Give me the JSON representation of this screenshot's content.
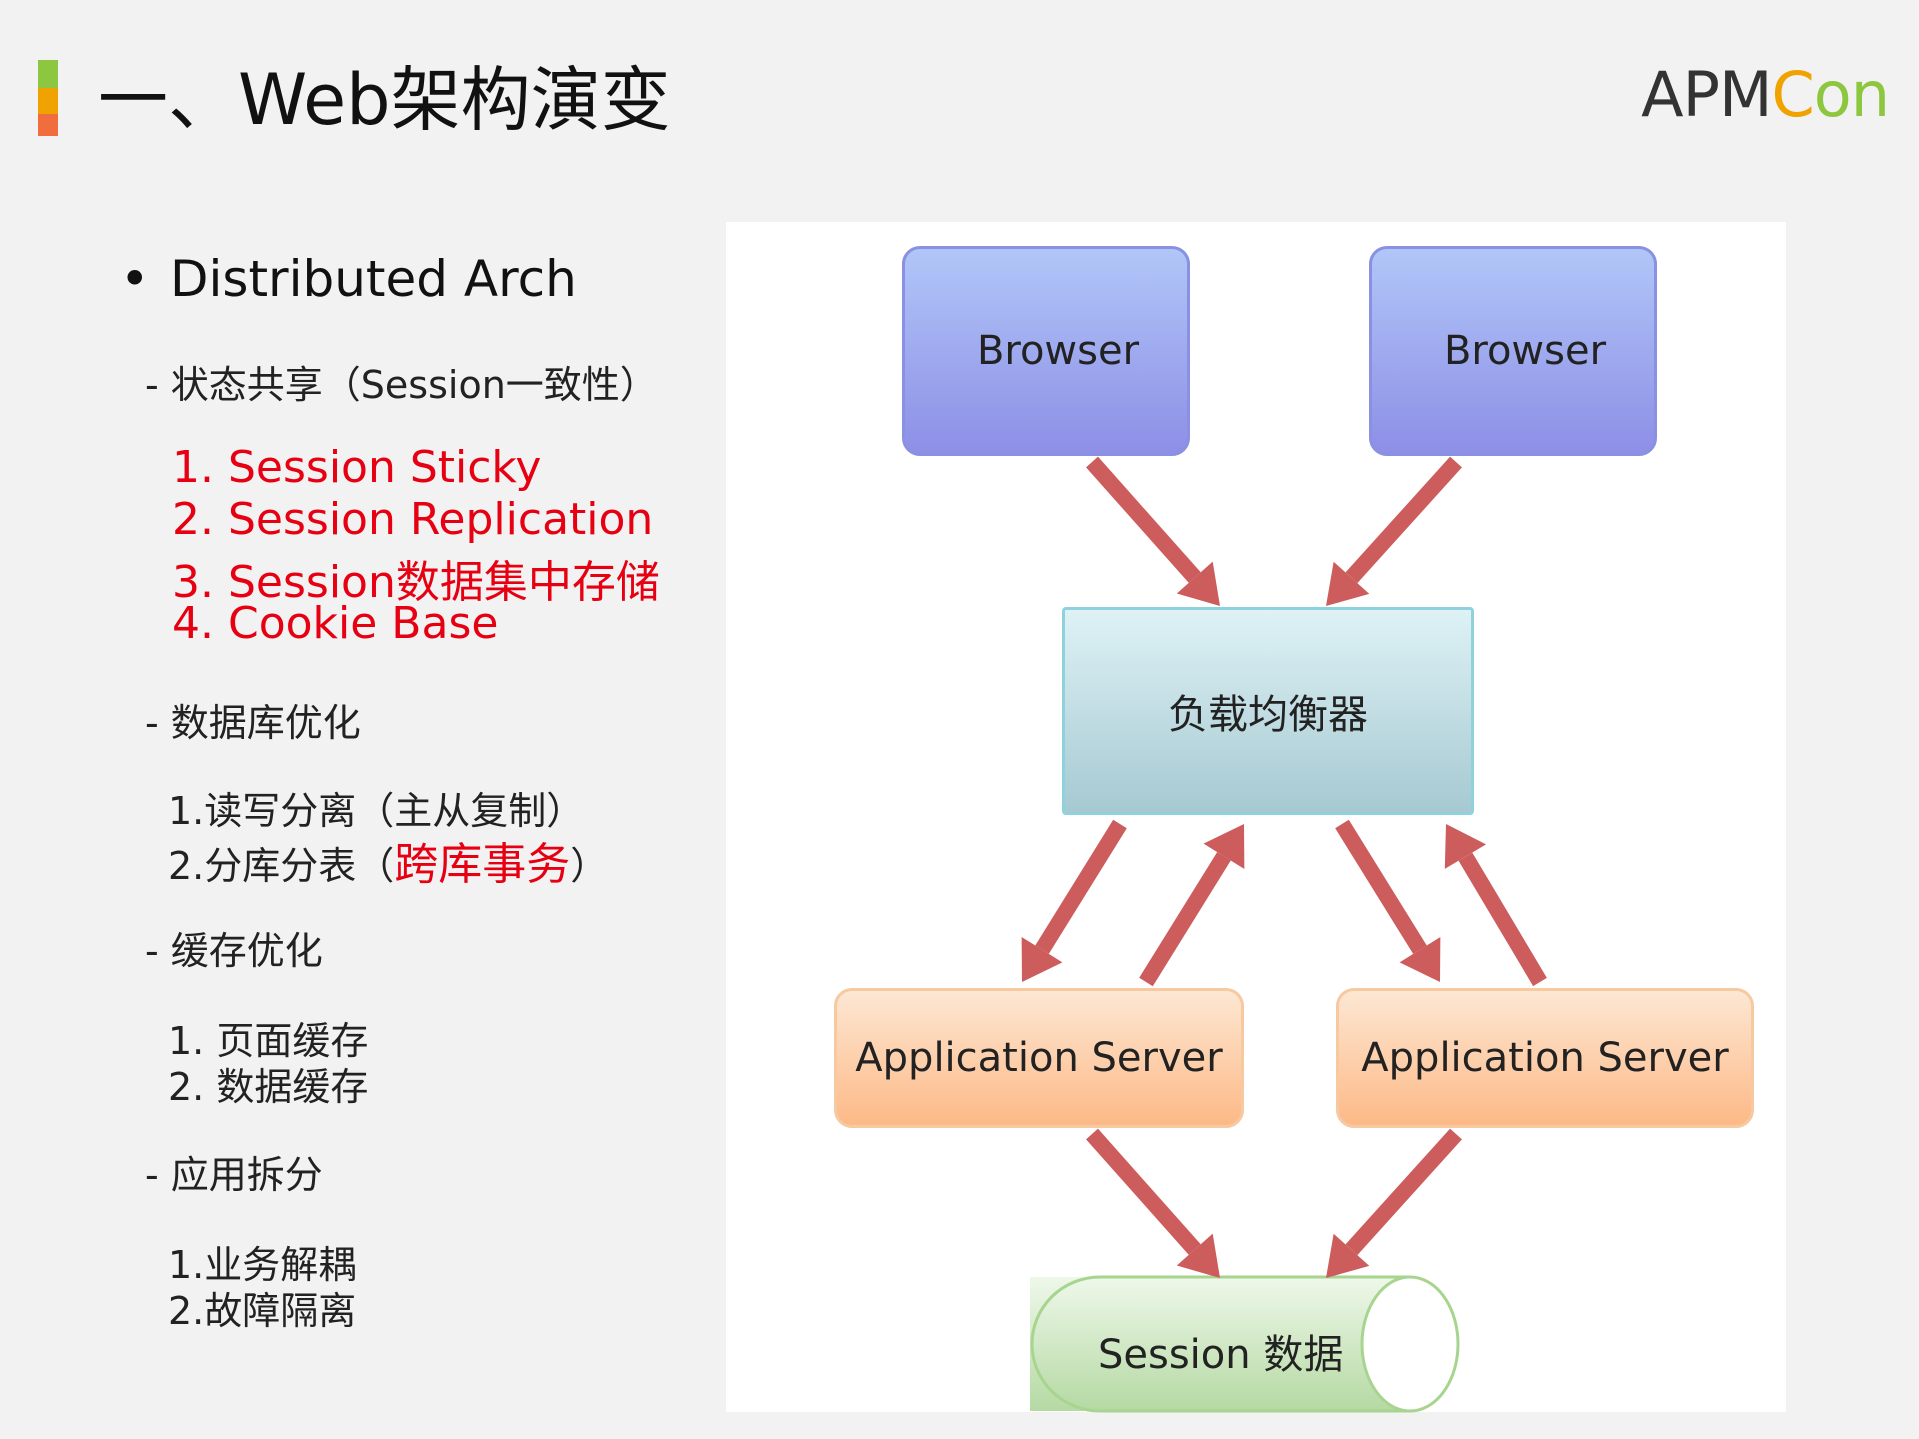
{
  "header": {
    "title": "一、Web架构演变",
    "logo": {
      "part1": "APM",
      "part2": "C",
      "part3": "on"
    },
    "accent_colors": [
      "#8dc63f",
      "#f0a300",
      "#f26d3d"
    ]
  },
  "left": {
    "bullet": "Distributed Arch",
    "sections": [
      {
        "heading": "- 状态共享（Session一致性）"
      },
      {
        "heading": "- 数据库优化"
      },
      {
        "heading": "- 缓存优化"
      },
      {
        "heading": "- 应用拆分"
      }
    ],
    "session_items": [
      "1. Session Sticky",
      "2. Session Replication",
      "3. Session数据集中存储",
      "4. Cookie Base"
    ],
    "db_items": {
      "item1": "1.读写分离（主从复制）",
      "item2_prefix": "2.分库分表（",
      "item2_highlight": "跨库事务",
      "item2_suffix": "）"
    },
    "cache_items": [
      "1. 页面缓存",
      "2. 数据缓存"
    ],
    "app_items": [
      "1.业务解耦",
      "2.故障隔离"
    ]
  },
  "diagram": {
    "browser_left": "Browser",
    "browser_right": "Browser",
    "load_balancer": "负载均衡器",
    "app_left": "Application Server",
    "app_right": "Application Server",
    "session_store": "Session 数据",
    "arrow_color": "#cd5c5c"
  }
}
